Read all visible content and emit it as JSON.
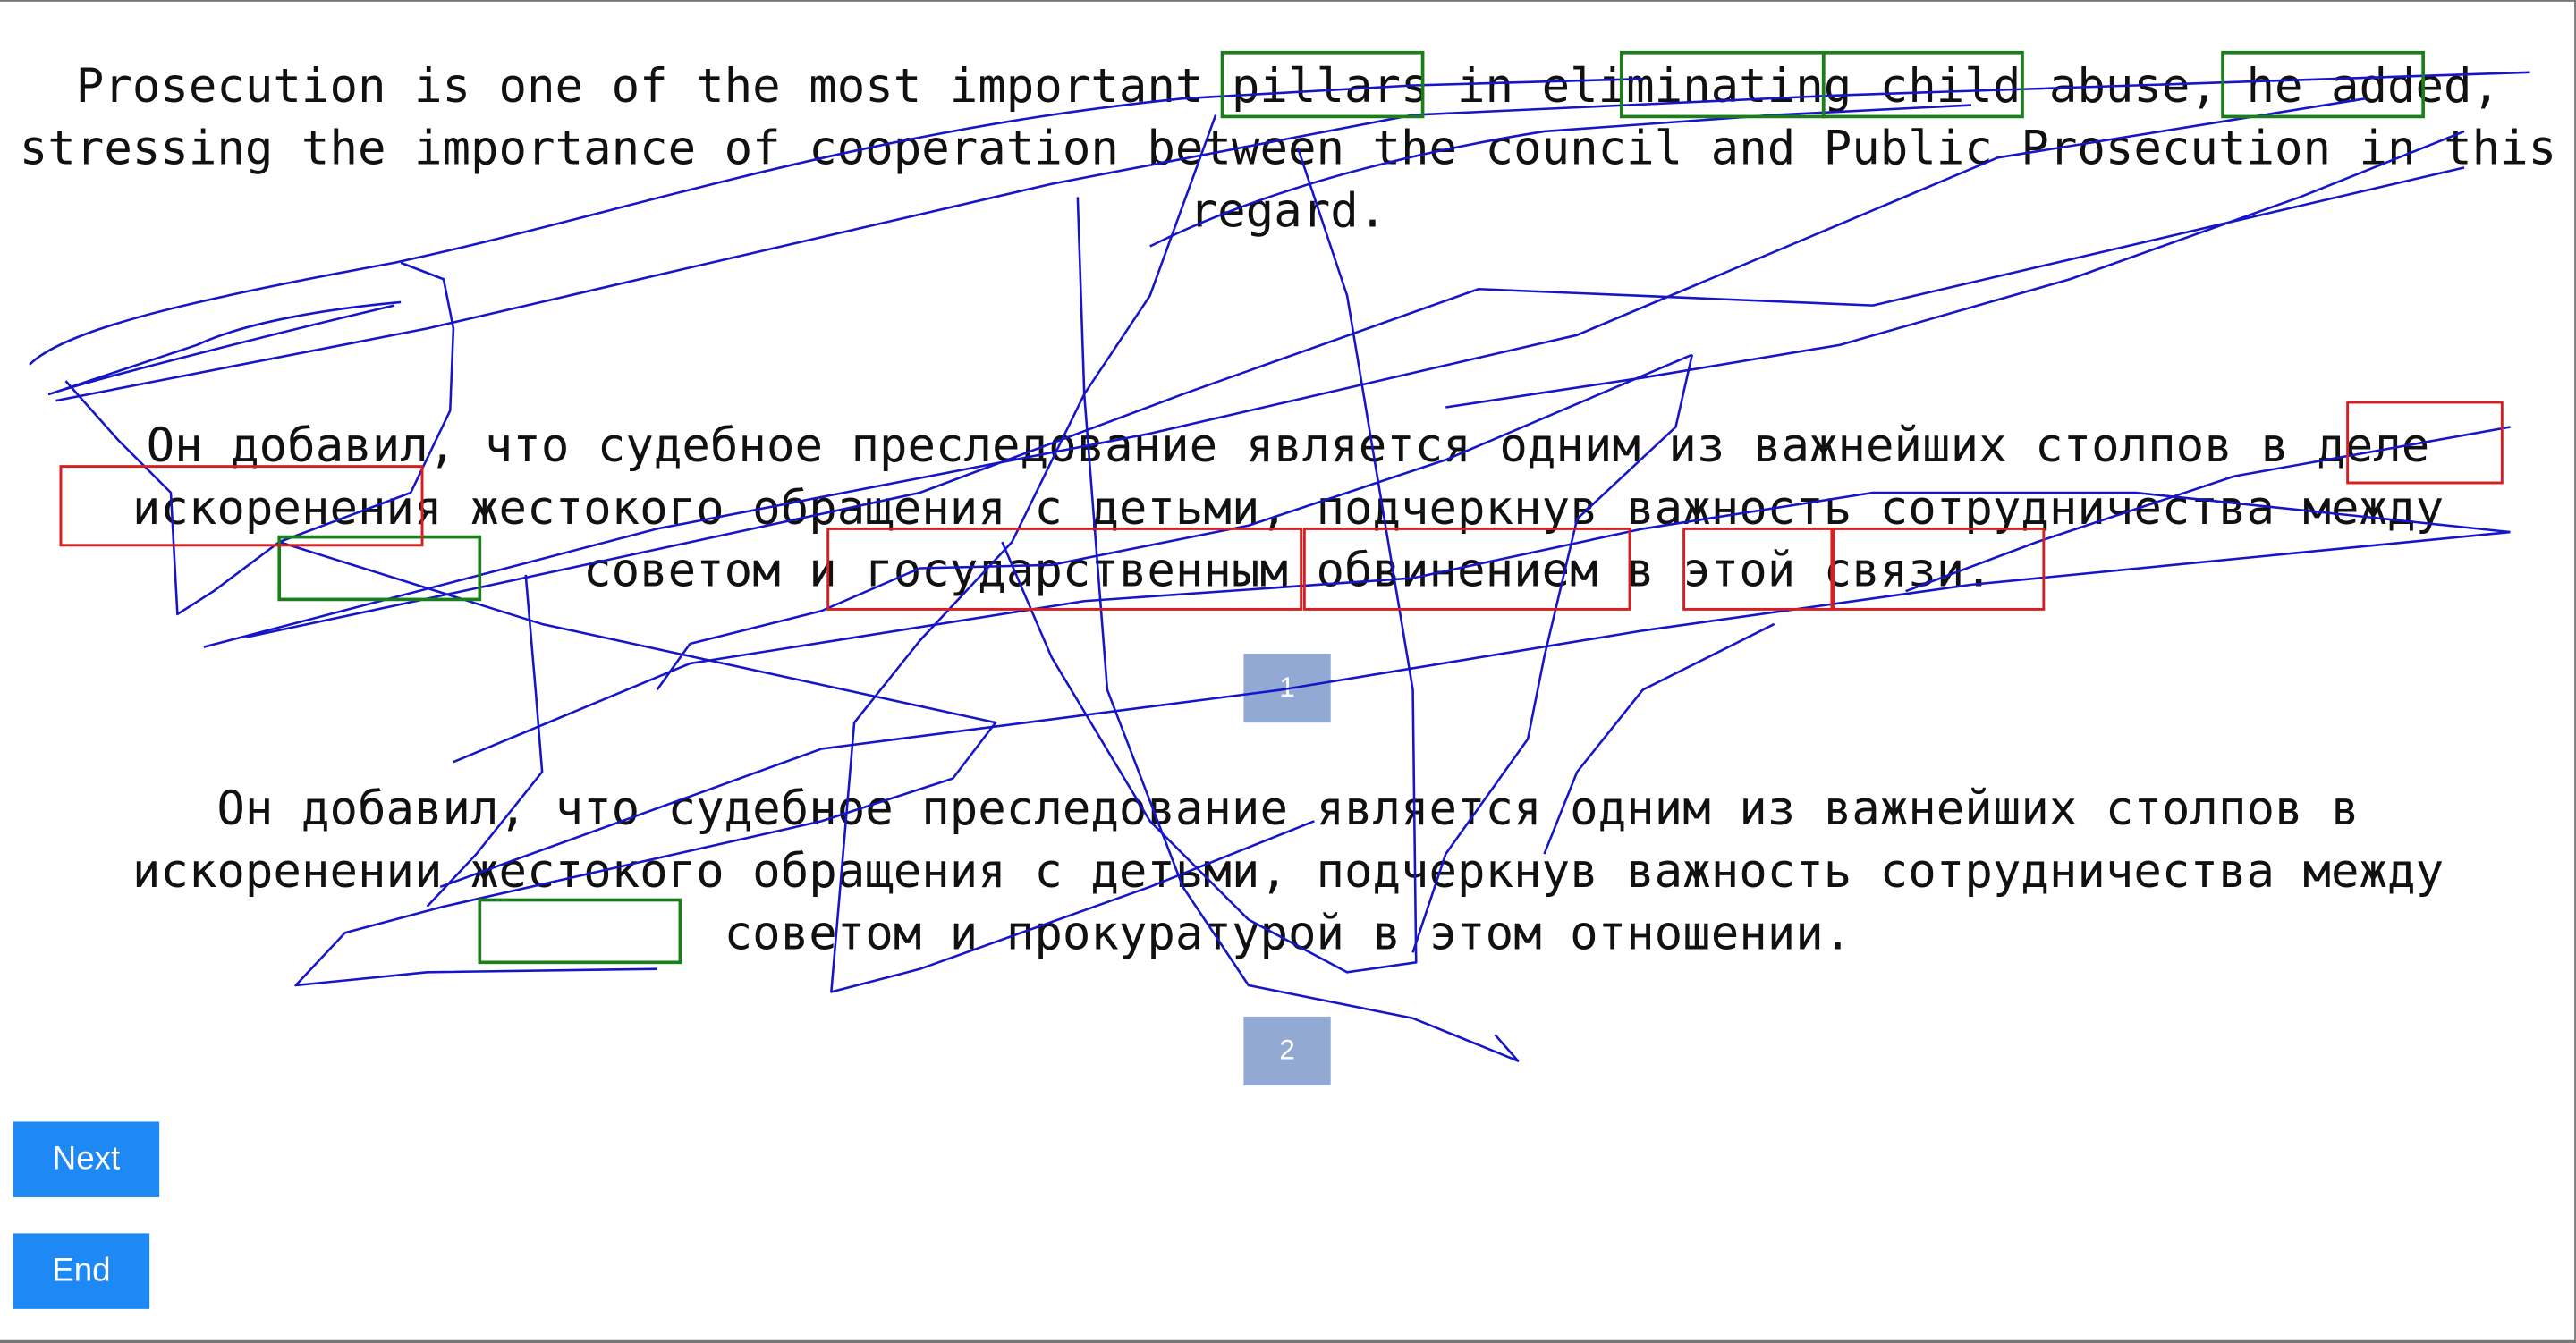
{
  "paragraphs": {
    "source": "Prosecution is one of the most important pillars in eliminating child abuse, he added, stressing the importance of cooperation between the council and Public Prosecution in this regard.",
    "machine_translation": "Он добавил, что судебное преследование является одним из важнейших столпов в деле искоренения жестокого обращения с детьми, подчеркнув важность сотрудничества между советом и государственным обвинением в этой связи.",
    "reference_translation": "Он добавил, что судебное преследование является одним из важнейших столпов в искоренении жестокого обращения с детьми, подчеркнув важность сотрудничества между советом и прокуратурой в этом отношении."
  },
  "badges": {
    "first": "1",
    "second": "2"
  },
  "buttons": {
    "next": "Next",
    "end": "End"
  },
  "colors": {
    "green_box": "#1a7f1a",
    "red_box": "#d42020",
    "scribble": "#1616c8",
    "badge": "#92a9d3",
    "button": "#1e88f5"
  }
}
